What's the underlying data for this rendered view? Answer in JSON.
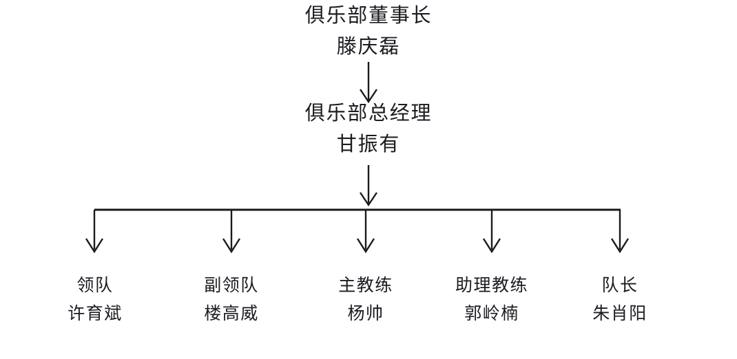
{
  "chart": {
    "type": "org-chart",
    "title": "",
    "colors": {
      "text": "#1b1b22",
      "line": "#1a1a1a",
      "background": "#ffffff"
    },
    "levels": [
      {
        "id": "chairman",
        "role": "俱乐部董事长",
        "person": "滕庆磊"
      },
      {
        "id": "general-manager",
        "role": "俱乐部总经理",
        "person": "甘振有"
      }
    ],
    "staff": [
      {
        "id": "team-leader",
        "role": "领队",
        "person": "许育斌"
      },
      {
        "id": "deputy-leader",
        "role": "副领队",
        "person": "楼高威"
      },
      {
        "id": "head-coach",
        "role": "主教练",
        "person": "杨帅"
      },
      {
        "id": "assistant-coach",
        "role": "助理教练",
        "person": "郭岭楠"
      },
      {
        "id": "captain",
        "role": "队长",
        "person": "朱肖阳"
      }
    ],
    "connectors": {
      "arrow_chairman_to_gm": "down-arrow-icon",
      "arrow_gm_to_bus": "down-arrow-icon",
      "horizontal_bus": "horizontal-connector",
      "branch_arrows": [
        "down-arrow-icon",
        "down-arrow-icon",
        "down-arrow-icon",
        "down-arrow-icon",
        "down-arrow-icon"
      ]
    }
  }
}
